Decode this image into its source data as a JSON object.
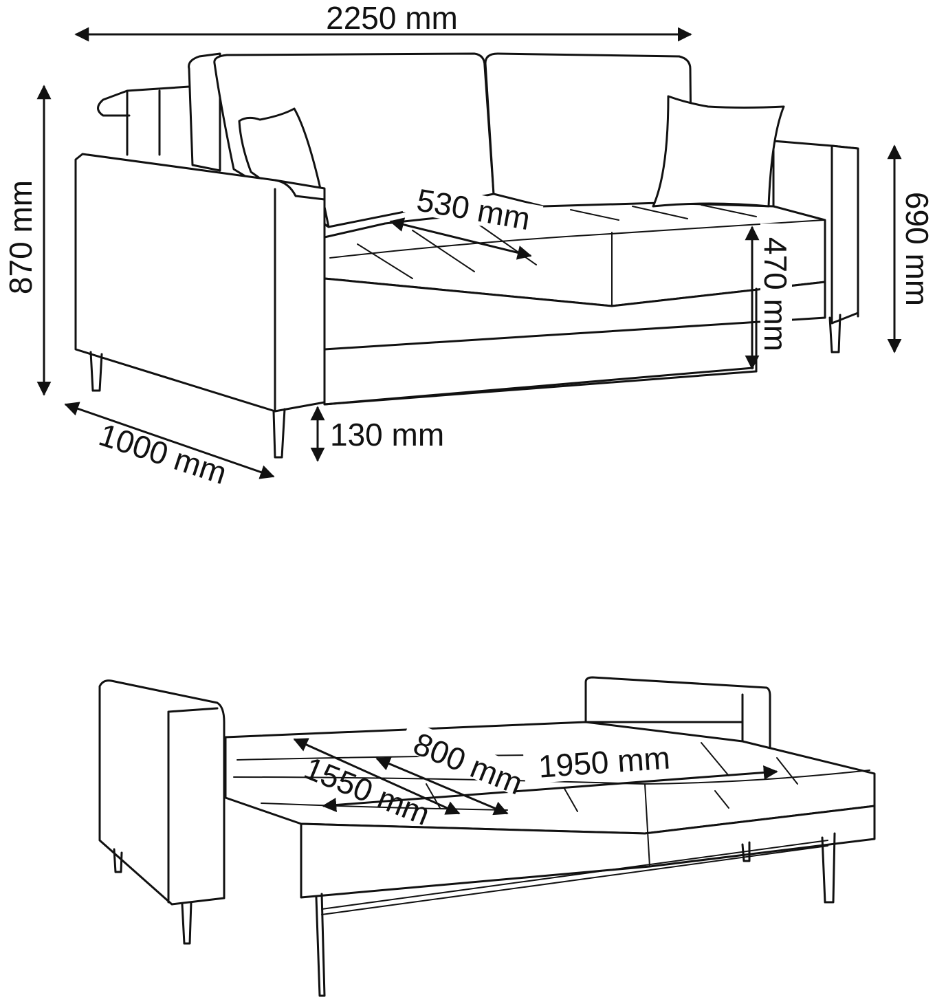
{
  "colors": {
    "line": "#111111",
    "background": "#ffffff"
  },
  "dimensions": {
    "width": "2250 mm",
    "height": "870 mm",
    "depth": "1000 mm",
    "seat_depth": "530 mm",
    "seat_height": "470 mm",
    "arm_height": "690 mm",
    "leg_height": "130 mm",
    "bed_width": "1550 mm",
    "bed_section": "800 mm",
    "bed_length": "1950 mm"
  }
}
